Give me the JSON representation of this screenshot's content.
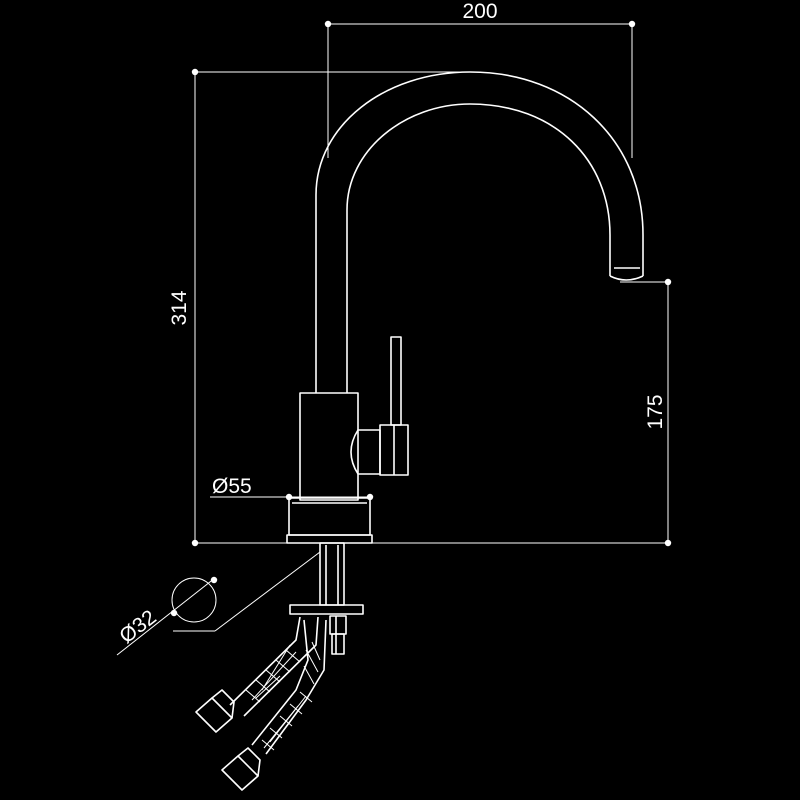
{
  "drawing": {
    "background_color": "#000000",
    "line_color": "#ffffff",
    "dimensions": {
      "width": "200",
      "total_height": "314",
      "spout_height": "175",
      "base_diameter": "Ø55",
      "hole_diameter": "Ø32"
    }
  }
}
